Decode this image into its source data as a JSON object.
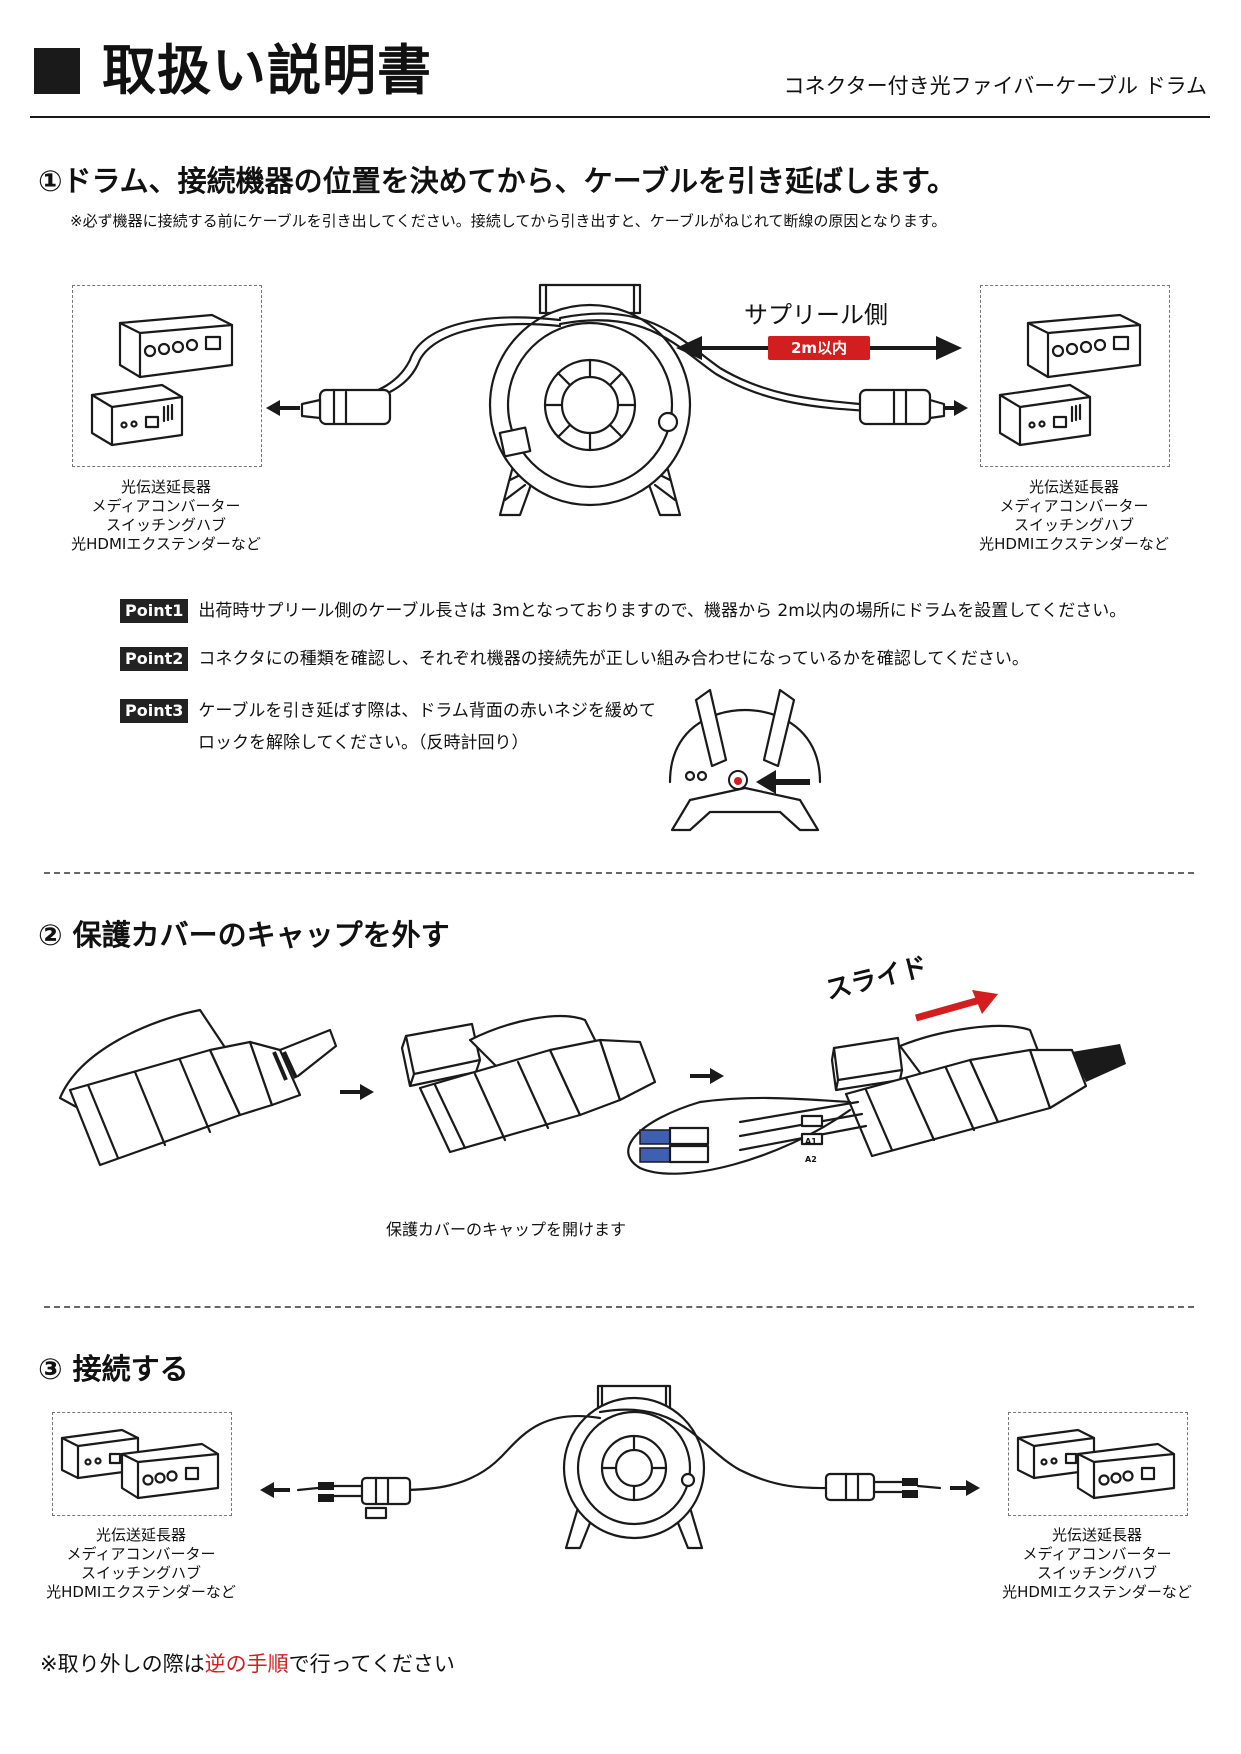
{
  "header": {
    "title": "取扱い説明書",
    "subtitle": "コネクター付き光ファイバーケーブル ドラム"
  },
  "step1": {
    "heading": "①ドラム、接続機器の位置を決めてから、ケーブルを引き延ばします。",
    "note": "※必ず機器に接続する前にケーブルを引き出してください。接続してから引き出すと、ケーブルがねじれて断線の原因となります。",
    "supply_side_label": "サプリール側",
    "distance_label": "2m以内",
    "devices_caption": [
      "光伝送延長器",
      "メディアコンバーター",
      "スイッチングハブ",
      "光HDMIエクステンダーなど"
    ]
  },
  "points": [
    {
      "badge": "Point1",
      "text": "出荷時サプリール側のケーブル長さは 3ｍとなっておりますので、機器から 2m以内の場所にドラムを設置してください。"
    },
    {
      "badge": "Point2",
      "text": "コネクタにの種類を確認し、それぞれ機器の接続先が正しい組み合わせになっているかを確認してください。"
    },
    {
      "badge": "Point3",
      "text_line1": "ケーブルを引き延ばす際は、ドラム背面の赤いネジを緩めて",
      "text_line2": "ロックを解除してください。（反時計回り）"
    }
  ],
  "step2": {
    "heading": "② 保護カバーのキャップを外す",
    "caption": "保護カバーのキャップを開けます",
    "slide_label": "スライド",
    "cable_tags": [
      "A1",
      "A2"
    ]
  },
  "step3": {
    "heading": "③ 接続する",
    "devices_caption": [
      "光伝送延長器",
      "メディアコンバーター",
      "スイッチングハブ",
      "光HDMIエクステンダーなど"
    ]
  },
  "footer": {
    "prefix": "※取り外しの際は",
    "highlight": "逆の手順",
    "suffix": "で行ってください"
  },
  "colors": {
    "accent_red": "#d21e1e",
    "connector_blue": "#3f5fb0",
    "ink": "#1a1a1a"
  }
}
